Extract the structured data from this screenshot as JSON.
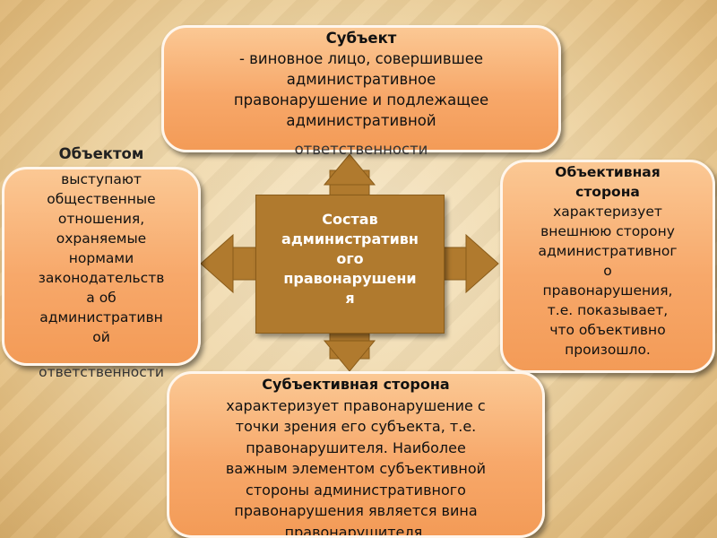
{
  "diagram": {
    "center": {
      "lines": [
        "Состав",
        "административн",
        "ого",
        "правонарушени",
        "я"
      ]
    },
    "subject": {
      "title": "Субъект",
      "lines": [
        "- виновное лицо, совершившее",
        "административное",
        "правонарушение и подлежащее",
        "административной",
        "ответственности"
      ]
    },
    "object": {
      "title": "Объектом",
      "lines": [
        "выступают",
        "общественные",
        "отношения,",
        "охраняемые",
        "нормами",
        "законодательств",
        "а об",
        "административн",
        "ой",
        "ответственности"
      ]
    },
    "objective_side": {
      "title_lines": [
        "Объективная",
        "сторона"
      ],
      "lines": [
        "характеризует",
        "внешнюю сторону",
        "административног",
        "о",
        "правонарушения,",
        "т.е. показывает,",
        "что объективно",
        "произошло."
      ]
    },
    "subjective_side": {
      "title": "Субъективная сторона",
      "lines": [
        "характеризует правонарушение с",
        "точки зрения его субъекта, т.е.",
        "правонарушителя. Наиболее",
        "важным элементом субъективной",
        "стороны административного",
        "правонарушения является вина",
        "правонарушителя."
      ]
    }
  },
  "colors": {
    "box_fill": "#f7a86a",
    "box_border": "#fff6ec",
    "center_fill": "#b07a2e",
    "arrow_fill": "#b07a2e"
  }
}
